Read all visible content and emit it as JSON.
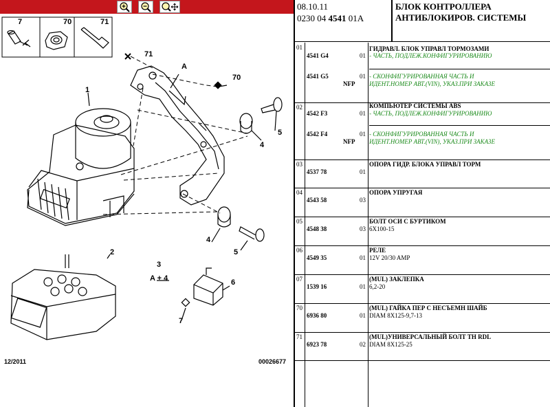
{
  "toolbar": {
    "zoom_in_icon": "magnifier-plus-icon",
    "zoom_out_icon": "magnifier-minus-icon",
    "pan_icon": "magnifier-pan-icon",
    "accent_color": "#c4161c"
  },
  "diagram": {
    "labels": {
      "l1": "1",
      "l2": "2",
      "l3": "3",
      "l3sub": "A + 4",
      "l4a": "4",
      "l4b": "4",
      "l5a": "5",
      "l5b": "5",
      "l6": "6",
      "l7": "7",
      "l70": "70",
      "l71": "71",
      "lA": "A"
    },
    "legend": {
      "i7": "7",
      "i70": "70",
      "i71": "71"
    },
    "date_code": "12/2011",
    "drawing_no": "00026677"
  },
  "header": {
    "date": "08.10.11",
    "ref_prefix": "0230 04",
    "ref_bold": "4541",
    "ref_suffix": "01A",
    "title_line1": "БЛОК КОНТРОЛЛЕРА",
    "title_line2": "АНТИБЛОКИРОВ. СИСТЕМЫ"
  },
  "parts": [
    {
      "num": "01",
      "ref1": "4541 G4",
      "qty1": "01",
      "ref2": "4541 G5",
      "nfp": "NFP",
      "qty2": "01",
      "title": "ГИДРАВЛ. БЛОК УПРАВЛ ТОРМОЗАМИ",
      "line1": "- ЧАСТЬ, ПОДЛЕЖ.КОНФИГУРИРОВАНИЮ",
      "line2": "- СКОНФИГУРИРОВАННАЯ ЧАСТЬ И",
      "line3": "ИДЕНТ.НОМЕР АВТ.(VIN), УКАЗ.ПРИ ЗАКАЗЕ"
    },
    {
      "num": "02",
      "ref1": "4542 F3",
      "qty1": "01",
      "ref2": "4542 F4",
      "nfp": "NFP",
      "qty2": "01",
      "title": "КОМПЬЮТЕР СИСТЕМЫ ABS",
      "line1": "- ЧАСТЬ, ПОДЛЕЖ.КОНФИГУРИРОВАНИЮ",
      "line2": "- СКОНФИГУРИРОВАННАЯ ЧАСТЬ И",
      "line3": "ИДЕНТ.НОМЕР АВТ.(VIN), УКАЗ.ПРИ ЗАКАЗЕ"
    },
    {
      "num": "03",
      "ref": "4537 78",
      "qty": "01",
      "title": "ОПОРА ГИДР. БЛОКА УПРАВЛ ТОРМ",
      "desc": ""
    },
    {
      "num": "04",
      "ref": "4543 58",
      "qty": "03",
      "title": "ОПОРА УПРУГАЯ",
      "desc": ""
    },
    {
      "num": "05",
      "ref": "4548 38",
      "qty": "03",
      "title": "БОЛТ ОСИ С БУРТИКОМ",
      "desc": "6X100-15"
    },
    {
      "num": "06",
      "ref": "4549 35",
      "qty": "01",
      "title": "РЕЛЕ",
      "desc": "12V 20/30 AMP"
    },
    {
      "num": "07",
      "ref": "1539 16",
      "qty": "01",
      "title": "(MUL) ЗАКЛЕПКА",
      "desc": "6,2-20"
    },
    {
      "num": "70",
      "ref": "6936 80",
      "qty": "01",
      "title": "(MUL) ГАЙКА ПЕР С НЕСЪЕМН ШАЙБ",
      "desc": "DIAM 8X125-9,7-13"
    },
    {
      "num": "71",
      "ref": "6923 78",
      "qty": "02",
      "title": "(MUL)УНИВЕРСАЛЬНЫЙ БОЛТ TH RDL",
      "desc": "DIAM 8X125-25"
    }
  ]
}
